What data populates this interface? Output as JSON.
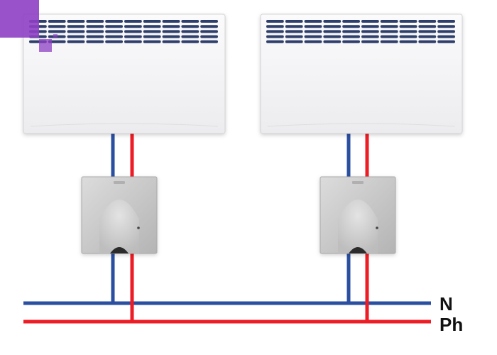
{
  "labels": {
    "neutral": "N",
    "phase": "Ph"
  },
  "colors": {
    "neutral": "#2a4fa0",
    "phase": "#ee1c24",
    "heater_body": "#f4f4f6",
    "heater_grille": "#2f3f6b",
    "box": "#c9c9c9",
    "logo": "#8e3fc3"
  },
  "icons": {
    "logo": "brand-logo-icon",
    "heater": "convector-heater-icon",
    "box": "junction-box-icon"
  },
  "heaters": [
    {
      "id": "heater-1"
    },
    {
      "id": "heater-2"
    }
  ],
  "boxes": [
    {
      "id": "box-1"
    },
    {
      "id": "box-2"
    }
  ]
}
